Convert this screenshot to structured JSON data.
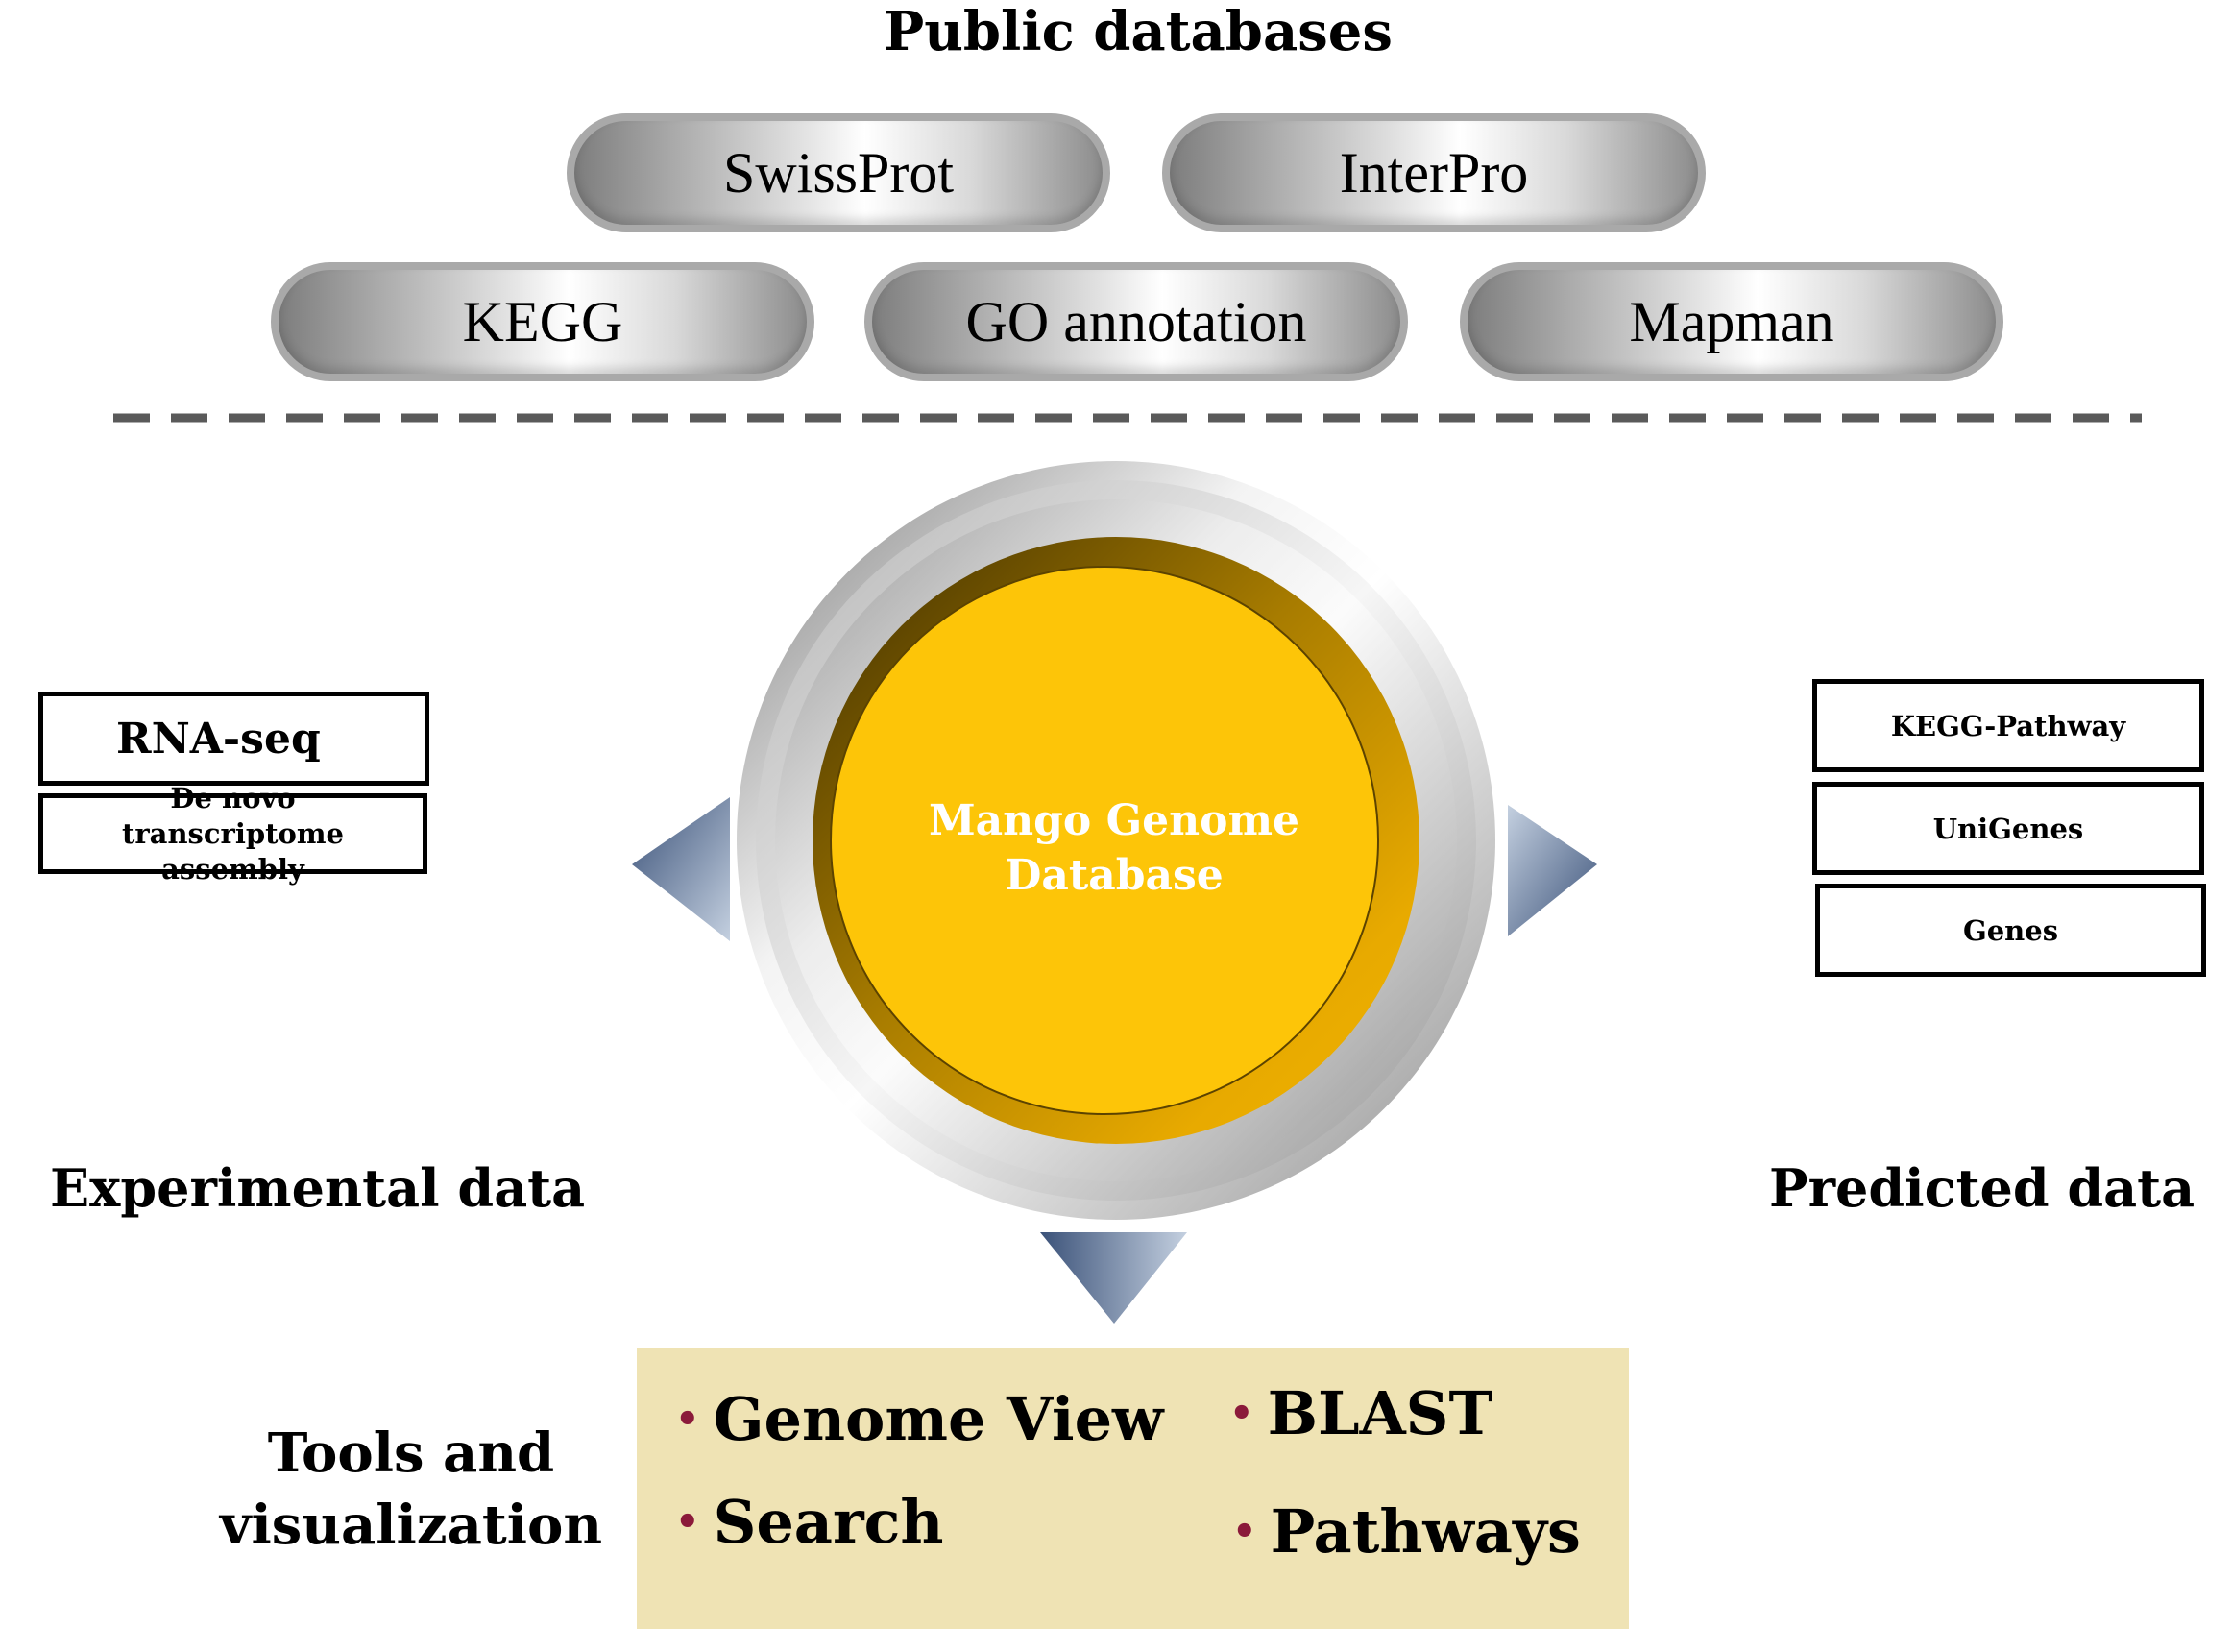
{
  "public_databases": {
    "title": "Public databases",
    "row1": [
      "SwissProt",
      "InterPro"
    ],
    "row2": [
      "KEGG",
      "GO annotation",
      "Mapman"
    ]
  },
  "center": {
    "line1": "Mango Genome",
    "line2": "Database",
    "colors": {
      "core": "#fdc508",
      "ring": "#e3a600",
      "frame": "#a9a9a9"
    }
  },
  "experimental": {
    "title": "Experimental data",
    "items": [
      "RNA-seq",
      "De novo transcriptome assembly"
    ]
  },
  "predicted": {
    "title": "Predicted data",
    "items": [
      "KEGG-Pathway",
      "UniGenes",
      "Genes"
    ]
  },
  "tools": {
    "title_line1": "Tools and",
    "title_line2": "visualization",
    "items": [
      "Genome View",
      "BLAST",
      "Search",
      "Pathways"
    ],
    "panel_color": "#efe3b4",
    "bullet_color": "#8b1a3a"
  }
}
